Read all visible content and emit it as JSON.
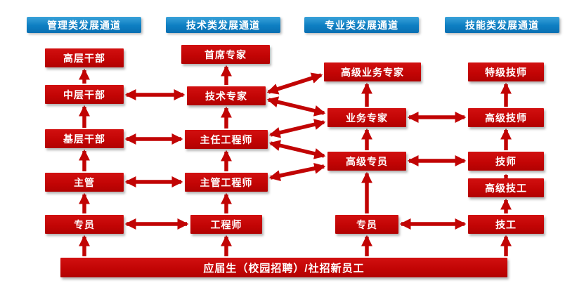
{
  "columns": [
    {
      "header": "管理类发展通道",
      "levels": [
        "高层干部",
        "中层干部",
        "基层干部",
        "主管",
        "专员"
      ]
    },
    {
      "header": "技术类发展通道",
      "levels": [
        "首席专家",
        "技术专家",
        "主任工程师",
        "主管工程师",
        "工程师"
      ]
    },
    {
      "header": "专业类发展通道",
      "levels": [
        "高级业务专家",
        "业务专家",
        "高级专员",
        "专员"
      ]
    },
    {
      "header": "技能类发展通道",
      "levels": [
        "特级技师",
        "高级技师",
        "技师",
        "高级技工",
        "技工"
      ]
    }
  ],
  "base": {
    "label": "应届生（校园招聘）/社招新员工"
  },
  "colors": {
    "box_red": "#c10404",
    "header_blue": "#0d7ec2",
    "arrow_red": "#c10404",
    "background": "#ffffff",
    "text": "#ffffff"
  }
}
